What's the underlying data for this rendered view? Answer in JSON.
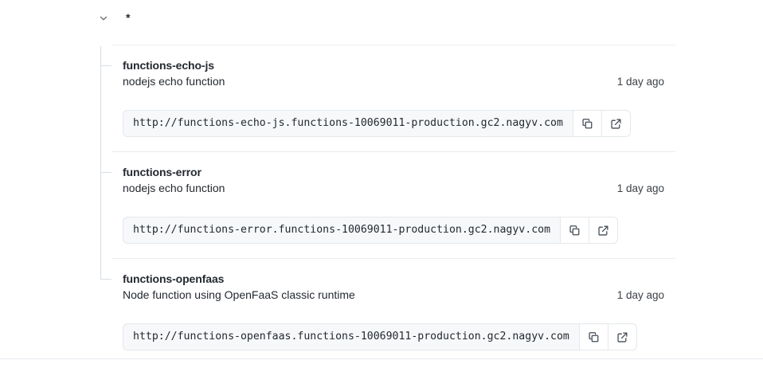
{
  "header": {
    "collapse_icon": "chevron-down-icon",
    "group_label": "*"
  },
  "colors": {
    "text": "#24292f",
    "muted": "#57606a",
    "field_bg": "#f6f8fa",
    "border": "#d0d7de",
    "separator": "#eaeef2",
    "tree_line": "#d8dee4"
  },
  "functions": [
    {
      "name": "functions-echo-js",
      "description": "nodejs echo function",
      "updated": "1 day ago",
      "url": "http://functions-echo-js.functions-10069011-production.gc2.nagyv.com",
      "copy_icon": "copy-icon",
      "open_icon": "external-link-icon"
    },
    {
      "name": "functions-error",
      "description": "nodejs echo function",
      "updated": "1 day ago",
      "url": "http://functions-error.functions-10069011-production.gc2.nagyv.com",
      "copy_icon": "copy-icon",
      "open_icon": "external-link-icon"
    },
    {
      "name": "functions-openfaas",
      "description": "Node function using OpenFaaS classic runtime",
      "updated": "1 day ago",
      "url": "http://functions-openfaas.functions-10069011-production.gc2.nagyv.com",
      "copy_icon": "copy-icon",
      "open_icon": "external-link-icon"
    }
  ]
}
